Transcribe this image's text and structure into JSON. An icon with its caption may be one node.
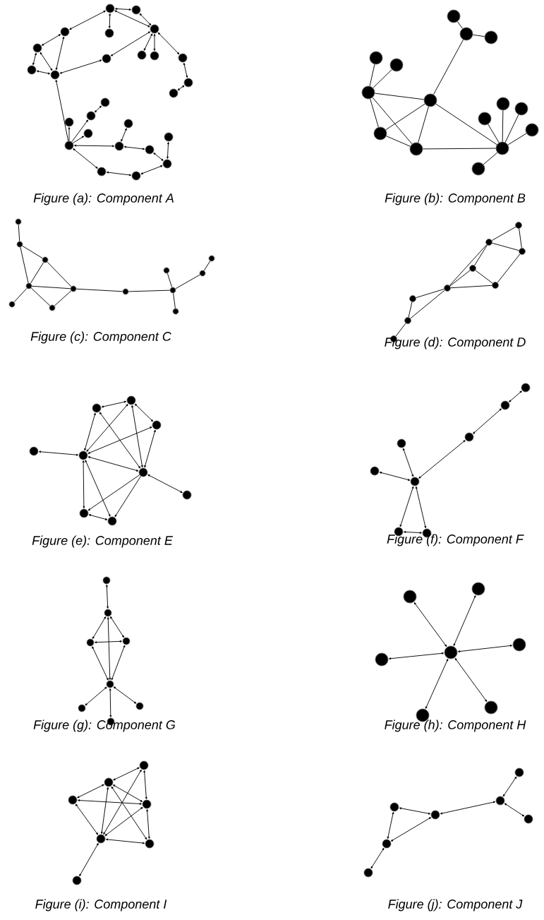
{
  "diagram": {
    "nodes": [
      {
        "text": [],
        "shape": "circle"
      },
      {
        "text": [],
        "shape": "circle"
      },
      {
        "text": [],
        "shape": "circle"
      },
      {
        "text": [],
        "shape": "circle"
      },
      {
        "text": [],
        "shape": "circle"
      },
      {
        "text": [],
        "shape": "circle"
      },
      {
        "text": [],
        "shape": "circle"
      },
      {
        "text": [],
        "shape": "circle"
      },
      {
        "text": [],
        "shape": "circle"
      },
      {
        "text": [],
        "shape": "circle"
      },
      {
        "text": [],
        "shape": "circle"
      },
      {
        "text": [],
        "shape": "circle"
      },
      {
        "text": [],
        "shape": "circle"
      },
      {
        "text": [],
        "shape": "circle"
      },
      {
        "text": [],
        "shape": "circle"
      },
      {
        "text": [],
        "shape": "circle"
      },
      {
        "text": [],
        "shape": "circle"
      },
      {
        "text": [],
        "shape": "circle"
      },
      {
        "text": [],
        "shape": "circle"
      },
      {
        "text": [],
        "shape": "circle"
      },
      {
        "text": [],
        "shape": "circle"
      },
      {
        "text": [],
        "shape": "circle"
      },
      {
        "text": [],
        "shape": "circle"
      },
      {
        "text": [],
        "shape": "circle"
      },
      {
        "text": [],
        "shape": "circle"
      },
      {
        "text": [],
        "shape": "circle"
      },
      {
        "text": [],
        "shape": "circle"
      },
      {
        "text": [],
        "shape": "circle"
      },
      {
        "text": [],
        "shape": "circle"
      },
      {
        "text": [],
        "shape": "circle"
      },
      {
        "text": [],
        "shape": "circle"
      },
      {
        "text": [],
        "shape": "circle"
      },
      {
        "text": [],
        "shape": "circle"
      },
      {
        "text": [],
        "shape": "circle"
      },
      {
        "text": [],
        "shape": "circle"
      },
      {
        "text": [],
        "shape": "circle"
      },
      {
        "text": [],
        "shape": "circle"
      },
      {
        "text": [],
        "shape": "circle"
      },
      {
        "text": [],
        "shape": "circle"
      },
      {
        "text": [],
        "shape": "circle"
      },
      {
        "text": [],
        "shape": "circle"
      },
      {
        "text": [],
        "shape": "circle"
      },
      {
        "text": [],
        "shape": "circle"
      },
      {
        "text": [],
        "shape": "circle"
      },
      {
        "text": [],
        "shape": "circle"
      },
      {
        "text": [],
        "shape": "circle"
      },
      {
        "text": [],
        "shape": "circle"
      },
      {
        "text": [],
        "shape": "circle"
      },
      {
        "text": [],
        "shape": "circle"
      },
      {
        "text": [],
        "shape": "circle"
      },
      {
        "text": [],
        "shape": "circle"
      },
      {
        "text": [],
        "shape": "circle"
      },
      {
        "text": [],
        "shape": "circle"
      },
      {
        "text": [],
        "shape": "circle"
      },
      {
        "text": [],
        "shape": "circle"
      },
      {
        "text": [],
        "shape": "circle"
      },
      {
        "text": [],
        "shape": "circle"
      },
      {
        "text": [],
        "shape": "circle"
      },
      {
        "text": [],
        "shape": "circle"
      },
      {
        "text": [],
        "shape": "circle"
      },
      {
        "text": [],
        "shape": "circle"
      },
      {
        "text": [],
        "shape": "circle"
      },
      {
        "text": [],
        "shape": "circle"
      },
      {
        "text": [],
        "shape": "circle"
      },
      {
        "text": [],
        "shape": "circle"
      },
      {
        "text": [],
        "shape": "circle"
      },
      {
        "text": [],
        "shape": "circle"
      },
      {
        "text": [],
        "shape": "circle"
      },
      {
        "text": [],
        "shape": "circle"
      },
      {
        "text": [],
        "shape": "circle"
      },
      {
        "text": [],
        "shape": "circle"
      },
      {
        "text": [],
        "shape": "circle"
      },
      {
        "text": [],
        "shape": "circle"
      },
      {
        "text": [],
        "shape": "circle"
      },
      {
        "text": [],
        "shape": "circle"
      },
      {
        "text": [],
        "shape": "circle"
      },
      {
        "text": [],
        "shape": "circle"
      },
      {
        "text": [],
        "shape": "circle"
      },
      {
        "text": [],
        "shape": "circle"
      },
      {
        "text": [],
        "shape": "circle"
      },
      {
        "text": [],
        "shape": "circle"
      },
      {
        "text": [],
        "shape": "circle"
      },
      {
        "text": [],
        "shape": "circle"
      },
      {
        "text": [],
        "shape": "circle"
      },
      {
        "text": [],
        "shape": "circle"
      },
      {
        "text": [],
        "shape": "circle"
      },
      {
        "text": [],
        "shape": "circle"
      },
      {
        "text": [],
        "shape": "circle"
      },
      {
        "text": [],
        "shape": "circle"
      },
      {
        "text": [],
        "shape": "circle"
      },
      {
        "text": [],
        "shape": "circle"
      },
      {
        "text": [],
        "shape": "circle"
      },
      {
        "text": [],
        "shape": "circle"
      },
      {
        "text": [],
        "shape": "circle"
      },
      {
        "text": [],
        "shape": "circle"
      },
      {
        "text": [],
        "shape": "circle"
      },
      {
        "text": [],
        "shape": "circle"
      },
      {
        "text": [],
        "shape": "circle"
      },
      {
        "text": [],
        "shape": "circle"
      },
      {
        "text": [],
        "shape": "circle"
      },
      {
        "text": [],
        "shape": "circle"
      },
      {
        "text": [],
        "shape": "circle"
      },
      {
        "text": [],
        "shape": "circle"
      },
      {
        "text": [],
        "shape": "circle"
      },
      {
        "text": [],
        "shape": "circle"
      },
      {
        "text": [],
        "shape": "circle"
      },
      {
        "text": [],
        "shape": "circle"
      },
      {
        "text": [],
        "shape": "circle"
      },
      {
        "text": [],
        "shape": "circle"
      }
    ],
    "edges": [
      {
        "from": 0,
        "to": 1,
        "arrow": "both"
      },
      {
        "from": 0,
        "to": 2,
        "arrow": "both"
      },
      {
        "from": 0,
        "to": 3,
        "arrow": "both"
      },
      {
        "from": 1,
        "to": 3,
        "arrow": "both"
      },
      {
        "from": 0,
        "to": 4,
        "arrow": "both"
      },
      {
        "from": 4,
        "to": 5,
        "arrow": "both"
      },
      {
        "from": 4,
        "to": 7,
        "arrow": "both"
      },
      {
        "from": 5,
        "to": 6,
        "arrow": "both"
      },
      {
        "from": 5,
        "to": 7,
        "arrow": "both"
      },
      {
        "from": 6,
        "to": 7,
        "arrow": "both"
      },
      {
        "from": 7,
        "to": 8,
        "arrow": "both"
      },
      {
        "from": 8,
        "to": 3,
        "arrow": "both"
      },
      {
        "from": 3,
        "to": 9,
        "arrow": "both"
      },
      {
        "from": 3,
        "to": 10,
        "arrow": "both"
      },
      {
        "from": 3,
        "to": 11,
        "arrow": "both"
      },
      {
        "from": 11,
        "to": 12,
        "arrow": "both"
      },
      {
        "from": 12,
        "to": 13,
        "arrow": "both"
      },
      {
        "from": 18,
        "to": 7,
        "arrow": "to"
      },
      {
        "from": 18,
        "to": 16,
        "arrow": "to"
      },
      {
        "from": 18,
        "to": 15,
        "arrow": "to"
      },
      {
        "from": 15,
        "to": 14,
        "arrow": "both"
      },
      {
        "from": 18,
        "to": 17,
        "arrow": "to"
      },
      {
        "from": 18,
        "to": 20,
        "arrow": "both"
      },
      {
        "from": 20,
        "to": 19,
        "arrow": "both"
      },
      {
        "from": 20,
        "to": 21,
        "arrow": "both"
      },
      {
        "from": 21,
        "to": 23,
        "arrow": "both"
      },
      {
        "from": 23,
        "to": 22,
        "arrow": "both"
      },
      {
        "from": 23,
        "to": 25,
        "arrow": "both"
      },
      {
        "from": 25,
        "to": 24,
        "arrow": "both"
      },
      {
        "from": 24,
        "to": 18,
        "arrow": "both"
      },
      {
        "from": 26,
        "to": 27,
        "arrow": "none"
      },
      {
        "from": 27,
        "to": 28,
        "arrow": "none"
      },
      {
        "from": 27,
        "to": 32,
        "arrow": "none"
      },
      {
        "from": 31,
        "to": 29,
        "arrow": "none"
      },
      {
        "from": 31,
        "to": 30,
        "arrow": "none"
      },
      {
        "from": 31,
        "to": 32,
        "arrow": "none"
      },
      {
        "from": 31,
        "to": 37,
        "arrow": "none"
      },
      {
        "from": 31,
        "to": 38,
        "arrow": "none"
      },
      {
        "from": 37,
        "to": 32,
        "arrow": "none"
      },
      {
        "from": 37,
        "to": 38,
        "arrow": "none"
      },
      {
        "from": 32,
        "to": 38,
        "arrow": "none"
      },
      {
        "from": 32,
        "to": 39,
        "arrow": "none"
      },
      {
        "from": 38,
        "to": 39,
        "arrow": "none"
      },
      {
        "from": 39,
        "to": 35,
        "arrow": "none"
      },
      {
        "from": 39,
        "to": 33,
        "arrow": "none"
      },
      {
        "from": 39,
        "to": 34,
        "arrow": "none"
      },
      {
        "from": 39,
        "to": 36,
        "arrow": "none"
      },
      {
        "from": 39,
        "to": 40,
        "arrow": "none"
      },
      {
        "from": 41,
        "to": 42,
        "arrow": "none"
      },
      {
        "from": 42,
        "to": 43,
        "arrow": "none"
      },
      {
        "from": 42,
        "to": 44,
        "arrow": "none"
      },
      {
        "from": 43,
        "to": 44,
        "arrow": "none"
      },
      {
        "from": 43,
        "to": 45,
        "arrow": "none"
      },
      {
        "from": 44,
        "to": 45,
        "arrow": "none"
      },
      {
        "from": 44,
        "to": 46,
        "arrow": "none"
      },
      {
        "from": 44,
        "to": 47,
        "arrow": "none"
      },
      {
        "from": 47,
        "to": 45,
        "arrow": "none"
      },
      {
        "from": 45,
        "to": 48,
        "arrow": "none"
      },
      {
        "from": 48,
        "to": 52,
        "arrow": "none"
      },
      {
        "from": 52,
        "to": 49,
        "arrow": "none"
      },
      {
        "from": 52,
        "to": 51,
        "arrow": "none"
      },
      {
        "from": 51,
        "to": 50,
        "arrow": "none"
      },
      {
        "from": 52,
        "to": 53,
        "arrow": "none"
      },
      {
        "from": 54,
        "to": 55,
        "arrow": "none"
      },
      {
        "from": 54,
        "to": 56,
        "arrow": "none"
      },
      {
        "from": 55,
        "to": 56,
        "arrow": "none"
      },
      {
        "from": 55,
        "to": 57,
        "arrow": "none"
      },
      {
        "from": 55,
        "to": 59,
        "arrow": "none"
      },
      {
        "from": 59,
        "to": 57,
        "arrow": "none"
      },
      {
        "from": 57,
        "to": 58,
        "arrow": "none"
      },
      {
        "from": 56,
        "to": 58,
        "arrow": "none"
      },
      {
        "from": 59,
        "to": 58,
        "arrow": "none"
      },
      {
        "from": 59,
        "to": 60,
        "arrow": "none"
      },
      {
        "from": 60,
        "to": 61,
        "arrow": "none"
      },
      {
        "from": 61,
        "to": 59,
        "arrow": "none"
      },
      {
        "from": 61,
        "to": 62,
        "arrow": "none"
      },
      {
        "from": 63,
        "to": 64,
        "arrow": "both"
      },
      {
        "from": 64,
        "to": 65,
        "arrow": "both"
      },
      {
        "from": 63,
        "to": 67,
        "arrow": "both"
      },
      {
        "from": 64,
        "to": 67,
        "arrow": "both"
      },
      {
        "from": 65,
        "to": 67,
        "arrow": "both"
      },
      {
        "from": 63,
        "to": 68,
        "arrow": "both"
      },
      {
        "from": 64,
        "to": 68,
        "arrow": "both"
      },
      {
        "from": 65,
        "to": 68,
        "arrow": "both"
      },
      {
        "from": 66,
        "to": 67,
        "arrow": "both"
      },
      {
        "from": 67,
        "to": 68,
        "arrow": "both"
      },
      {
        "from": 68,
        "to": 69,
        "arrow": "both"
      },
      {
        "from": 67,
        "to": 70,
        "arrow": "both"
      },
      {
        "from": 67,
        "to": 71,
        "arrow": "both"
      },
      {
        "from": 68,
        "to": 70,
        "arrow": "to"
      },
      {
        "from": 68,
        "to": 71,
        "arrow": "to"
      },
      {
        "from": 70,
        "to": 71,
        "arrow": "both"
      },
      {
        "from": 72,
        "to": 73,
        "arrow": "both"
      },
      {
        "from": 73,
        "to": 74,
        "arrow": "both"
      },
      {
        "from": 74,
        "to": 77,
        "arrow": "both"
      },
      {
        "from": 77,
        "to": 75,
        "arrow": "both"
      },
      {
        "from": 77,
        "to": 76,
        "arrow": "both"
      },
      {
        "from": 77,
        "to": 78,
        "arrow": "both"
      },
      {
        "from": 77,
        "to": 79,
        "arrow": "both"
      },
      {
        "from": 78,
        "to": 79,
        "arrow": "both"
      },
      {
        "from": 80,
        "to": 81,
        "arrow": "both"
      },
      {
        "from": 81,
        "to": 82,
        "arrow": "both"
      },
      {
        "from": 81,
        "to": 83,
        "arrow": "both"
      },
      {
        "from": 81,
        "to": 84,
        "arrow": "both"
      },
      {
        "from": 82,
        "to": 83,
        "arrow": "both"
      },
      {
        "from": 82,
        "to": 84,
        "arrow": "both"
      },
      {
        "from": 83,
        "to": 84,
        "arrow": "both"
      },
      {
        "from": 84,
        "to": 85,
        "arrow": "both"
      },
      {
        "from": 84,
        "to": 86,
        "arrow": "both"
      },
      {
        "from": 84,
        "to": 87,
        "arrow": "both"
      },
      {
        "from": 91,
        "to": 88,
        "arrow": "both"
      },
      {
        "from": 91,
        "to": 89,
        "arrow": "both"
      },
      {
        "from": 91,
        "to": 90,
        "arrow": "both"
      },
      {
        "from": 91,
        "to": 92,
        "arrow": "both"
      },
      {
        "from": 91,
        "to": 93,
        "arrow": "both"
      },
      {
        "from": 91,
        "to": 94,
        "arrow": "both"
      },
      {
        "from": 95,
        "to": 96,
        "arrow": "both"
      },
      {
        "from": 95,
        "to": 99,
        "arrow": "both"
      },
      {
        "from": 95,
        "to": 98,
        "arrow": "both"
      },
      {
        "from": 96,
        "to": 97,
        "arrow": "both"
      },
      {
        "from": 96,
        "to": 98,
        "arrow": "both"
      },
      {
        "from": 96,
        "to": 99,
        "arrow": "both"
      },
      {
        "from": 96,
        "to": 100,
        "arrow": "both"
      },
      {
        "from": 97,
        "to": 98,
        "arrow": "both"
      },
      {
        "from": 97,
        "to": 99,
        "arrow": "both"
      },
      {
        "from": 98,
        "to": 99,
        "arrow": "both"
      },
      {
        "from": 98,
        "to": 100,
        "arrow": "both"
      },
      {
        "from": 99,
        "to": 100,
        "arrow": "both"
      },
      {
        "from": 99,
        "to": 101,
        "arrow": "both"
      },
      {
        "from": 102,
        "to": 103,
        "arrow": "both"
      },
      {
        "from": 103,
        "to": 106,
        "arrow": "both"
      },
      {
        "from": 103,
        "to": 105,
        "arrow": "both"
      },
      {
        "from": 105,
        "to": 104,
        "arrow": "both"
      },
      {
        "from": 104,
        "to": 107,
        "arrow": "both"
      },
      {
        "from": 105,
        "to": 107,
        "arrow": "both"
      },
      {
        "from": 107,
        "to": 108,
        "arrow": "both"
      }
    ],
    "labels": [
      "Figure (a): Component A",
      "Figure (b): Component B",
      "Figure (c): Component C",
      "Figure (d): Component D",
      "Figure (e): Component E",
      "Figure (f): Component F",
      "Figure (g): Component G",
      "Figure (h): Component H",
      "Figure (i): Component I",
      "Figure (j): Component J"
    ]
  }
}
